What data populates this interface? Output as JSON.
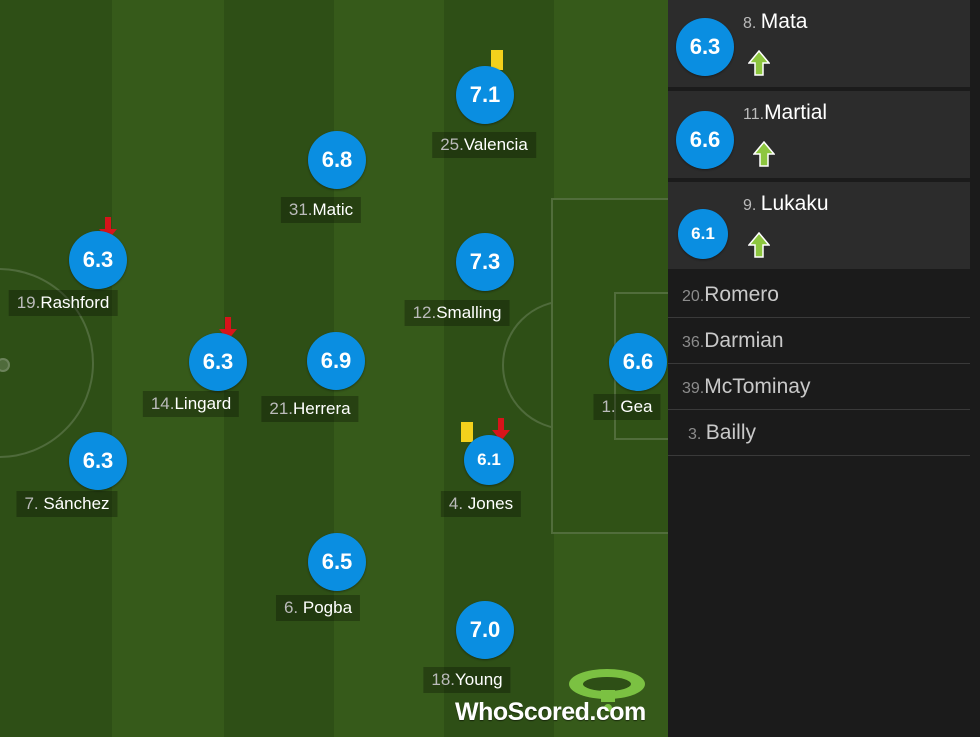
{
  "pitch": {
    "stripe_colors": [
      "#2e4f16",
      "#365a1a"
    ],
    "players": [
      {
        "rating": "7.1",
        "number": "25.",
        "name": "Valencia",
        "yellow_card": true,
        "subbed_off": false
      },
      {
        "rating": "6.8",
        "number": "31.",
        "name": "Matic",
        "yellow_card": false,
        "subbed_off": false
      },
      {
        "rating": "6.3",
        "number": "19.",
        "name": "Rashford",
        "yellow_card": false,
        "subbed_off": true
      },
      {
        "rating": "7.3",
        "number": "12.",
        "name": "Smalling",
        "yellow_card": false,
        "subbed_off": false
      },
      {
        "rating": "6.3",
        "number": "14.",
        "name": "Lingard",
        "yellow_card": false,
        "subbed_off": true
      },
      {
        "rating": "6.9",
        "number": "21.",
        "name": "Herrera",
        "yellow_card": false,
        "subbed_off": false
      },
      {
        "rating": "6.6",
        "number": "1. ",
        "name": "Gea",
        "yellow_card": false,
        "subbed_off": false
      },
      {
        "rating": "6.3",
        "number": "7. ",
        "name": "Sánchez",
        "yellow_card": false,
        "subbed_off": false
      },
      {
        "rating": "6.1",
        "number": "4. ",
        "name": "Jones",
        "yellow_card": true,
        "subbed_off": true
      },
      {
        "rating": "6.5",
        "number": "6. ",
        "name": "Pogba",
        "yellow_card": false,
        "subbed_off": false
      },
      {
        "rating": "7.0",
        "number": "18.",
        "name": "Young",
        "yellow_card": false,
        "subbed_off": false
      }
    ]
  },
  "substitutes": [
    {
      "rating": "6.3",
      "number": "8. ",
      "name": "Mata"
    },
    {
      "rating": "6.6",
      "number": "11.",
      "name": "Martial"
    },
    {
      "rating": "6.1",
      "number": "9. ",
      "name": "Lukaku"
    }
  ],
  "bench": [
    {
      "number": "20.",
      "name": "Romero"
    },
    {
      "number": "36.",
      "name": "Darmian"
    },
    {
      "number": "39.",
      "name": "McTominay"
    },
    {
      "number": "3. ",
      "name": "Bailly"
    }
  ],
  "logo": {
    "text": "WhoScored.com"
  },
  "colors": {
    "rating_bubble": "#0a8ee1",
    "sub_off_arrow": "#d7141a",
    "sub_on_arrow": "#8dc63f",
    "yellow_card": "#f3d11c"
  }
}
